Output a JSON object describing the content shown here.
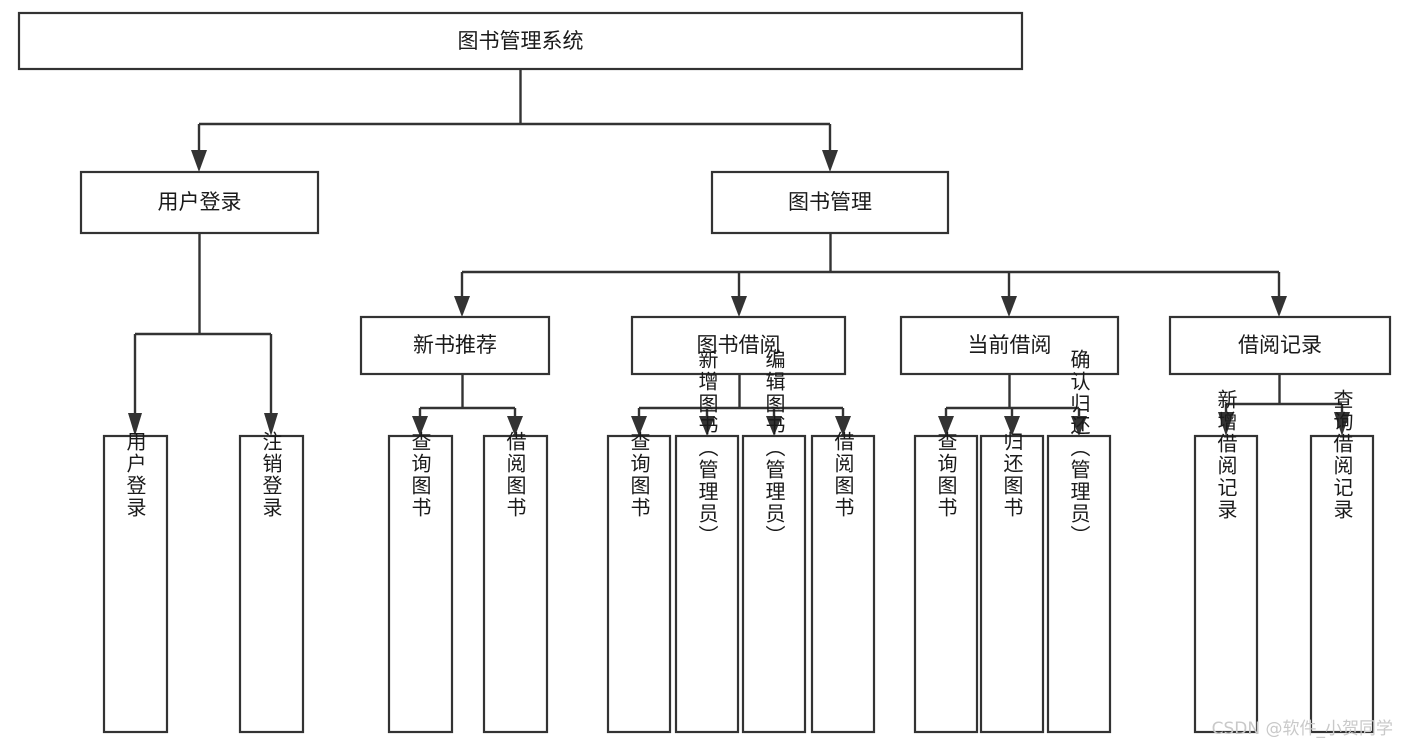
{
  "diagram": {
    "type": "tree-hierarchy-chart",
    "title": "图书管理系统",
    "orientation": "top-down",
    "colors": {
      "box_stroke": "#333333",
      "box_fill": "#ffffff",
      "line": "#333333",
      "text": "#1a1a1a",
      "background": "#ffffff",
      "watermark": "#c9c9c9"
    },
    "root": {
      "label": "图书管理系统"
    },
    "level1": [
      {
        "label": "用户登录"
      },
      {
        "label": "图书管理"
      }
    ],
    "level2": [
      {
        "label": "新书推荐"
      },
      {
        "label": "图书借阅"
      },
      {
        "label": "当前借阅"
      },
      {
        "label": "借阅记录"
      }
    ],
    "leaves": {
      "user_login": [
        {
          "label": "用户登录"
        },
        {
          "label": "注销登录"
        }
      ],
      "new_book_recommend": [
        {
          "label": "查询图书"
        },
        {
          "label": "借阅图书"
        }
      ],
      "book_borrow": [
        {
          "label": "查询图书"
        },
        {
          "label": "新增图书（管理员）"
        },
        {
          "label": "编辑图书（管理员）"
        },
        {
          "label": "借阅图书"
        }
      ],
      "current_borrow": [
        {
          "label": "查询图书"
        },
        {
          "label": "归还图书"
        },
        {
          "label": "确认归还（管理员）"
        }
      ],
      "borrow_record": [
        {
          "label": "新增借阅记录"
        },
        {
          "label": "查询借阅记录"
        }
      ]
    }
  },
  "watermark": {
    "text": "CSDN @软件_小贺同学"
  }
}
